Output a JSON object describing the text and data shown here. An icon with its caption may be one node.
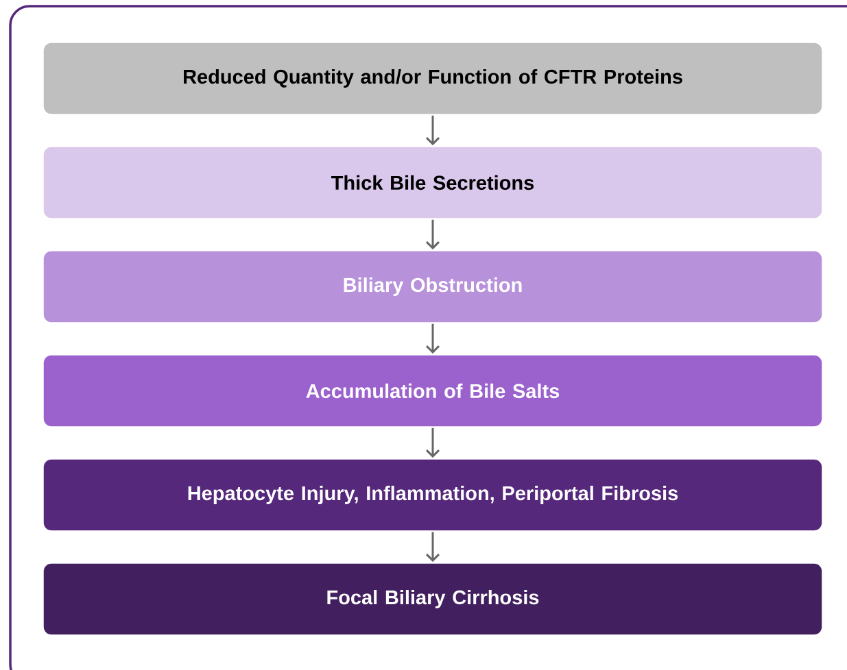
{
  "diagram": {
    "nodes": [
      {
        "text": [
          "Reduced Quantity and/or Function of CFTR Proteins"
        ]
      },
      {
        "text": [
          "Thick Bile Secretions"
        ]
      },
      {
        "text": [
          "Biliary Obstruction"
        ]
      },
      {
        "text": [
          "Accumulation of Bile Salts"
        ]
      },
      {
        "text": [
          "Hepatocyte Injury, Inflammation, Periportal Fibrosis"
        ]
      },
      {
        "text": [
          "Focal Biliary Cirrhosis"
        ]
      }
    ],
    "edges": [
      {
        "from": 0,
        "to": 1,
        "arrow": "to"
      },
      {
        "from": 1,
        "to": 2,
        "arrow": "to"
      },
      {
        "from": 2,
        "to": 3,
        "arrow": "to"
      },
      {
        "from": 3,
        "to": 4,
        "arrow": "to"
      },
      {
        "from": 4,
        "to": 5,
        "arrow": "to"
      }
    ]
  }
}
